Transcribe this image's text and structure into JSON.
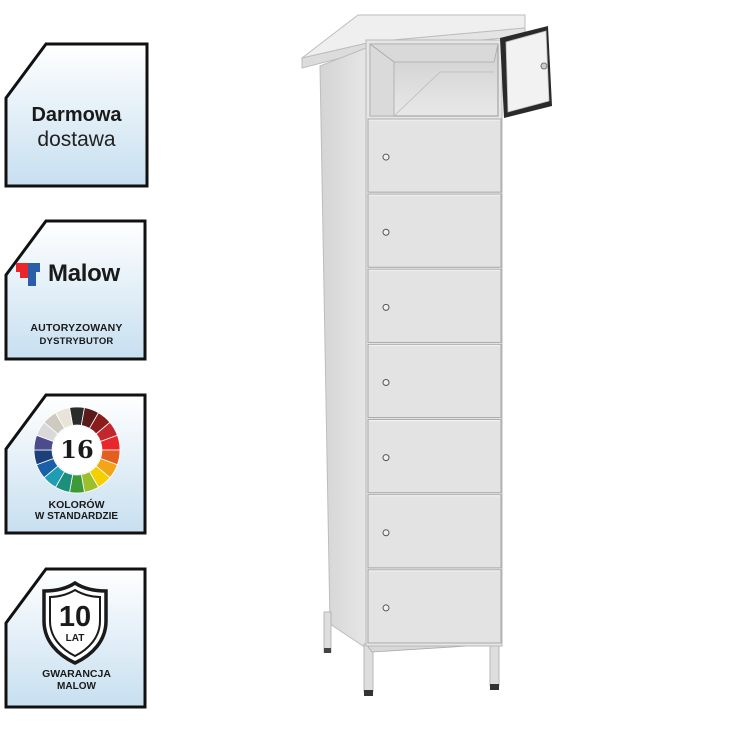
{
  "badges": {
    "delivery": {
      "line1": "Darmowa",
      "line2": "dostawa"
    },
    "distributor": {
      "brand": "Malow",
      "line1": "AUTORYZOWANY",
      "line2": "DYSTRYBUTOR"
    },
    "colors": {
      "count": "16",
      "line1": "KOLORÓW",
      "line2": "W STANDARDZIE"
    },
    "warranty": {
      "years": "10",
      "unit": "LAT",
      "line1": "GWARANCJA",
      "line2": "MALOW"
    }
  },
  "product": {
    "type": "locker-cabinet",
    "closed_doors": 7,
    "open_doors": 1,
    "body_color": "#e3e3e3"
  },
  "colors": {
    "badge_gradient_top": "#ffffff",
    "badge_gradient_bottom": "#c7dff0",
    "badge_border": "#111111",
    "brand_red": "#e8262b",
    "brand_blue": "#2a5ea8",
    "swatches": [
      "#2b2b2b",
      "#5a1a1a",
      "#8a1c1c",
      "#c1272d",
      "#e8262b",
      "#e35e1f",
      "#f2a516",
      "#f4d000",
      "#9bbf2d",
      "#3d9a3a",
      "#1b8f7a",
      "#1f9db5",
      "#1a5fa8",
      "#1d3f7a",
      "#4c4c8c",
      "#d9d9d9",
      "#cfcabf",
      "#e8e4d8"
    ]
  }
}
